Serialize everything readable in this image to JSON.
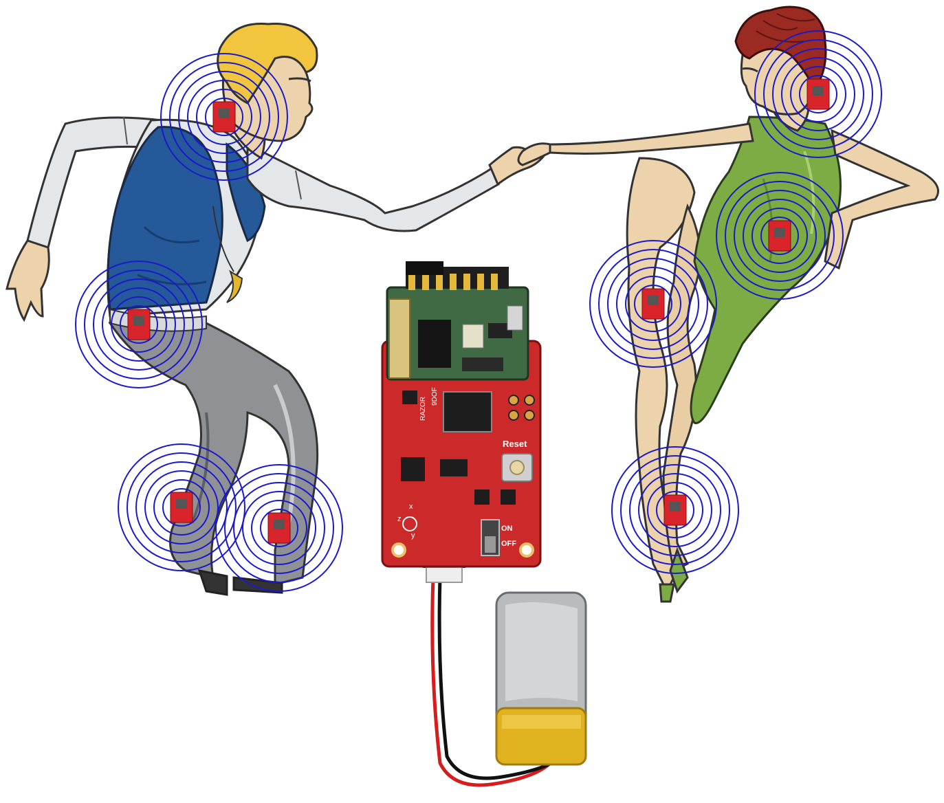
{
  "board": {
    "silk_reset": "Reset",
    "silk_on": "ON",
    "silk_off": "OFF",
    "silk_razor": "RAZOR",
    "silk_dof": "9DOF",
    "silk_x": "x",
    "silk_z": "z",
    "silk_y": "y"
  },
  "sensor_node_count": 9,
  "signal_ring_count": 6,
  "colors": {
    "signal_rings": "#1a1acc",
    "sensor_board": "#d8242a",
    "pcb": "#cc2a2a",
    "module": "#3f6a43",
    "battery_wrap": "#b9bcbf",
    "kapton": "#e0b21f",
    "man_vest": "#25599a",
    "man_shirt": "#e4e7e9",
    "man_pants": "#8f9194",
    "man_hair": "#f2c53e",
    "woman_dress": "#7cac43",
    "woman_hair": "#9b2a22",
    "skin": "#edd3ab"
  }
}
